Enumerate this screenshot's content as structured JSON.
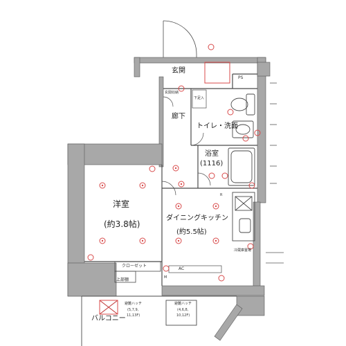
{
  "rooms": {
    "entrance": "玄関",
    "ps": "PS",
    "hallway": "廊下",
    "toilet_wash": "トイレ・洗面",
    "bath_name": "浴室",
    "bath_size": "(1116)",
    "western_name": "洋室",
    "western_size": "(約3.8帖)",
    "dk_name": "ダイニングキッチン",
    "dk_size": "(約5.5帖)",
    "balcony": "バルコニー"
  },
  "small_labels": {
    "closet": "クローゼット",
    "upper_shelf": "上部棚",
    "ac": "AC",
    "shoe_box": "下足入",
    "entrance_storage": "玄関収納",
    "fridge_space": "冷蔵庫置場",
    "hatch_left_title": "避難ハッチ",
    "hatch_left_rooms": "(5,7,9,",
    "hatch_left_rooms2": "11,13F)",
    "hatch_right_title": "避難ハッチ",
    "hatch_right_rooms": "(4,6,8,",
    "hatch_right_rooms2": "10,12F)",
    "marker_r": "R",
    "marker_m": "M"
  },
  "colors": {
    "wall": "#a8a8a8",
    "line": "#4a4a4a",
    "fixture": "#d84a4a"
  }
}
